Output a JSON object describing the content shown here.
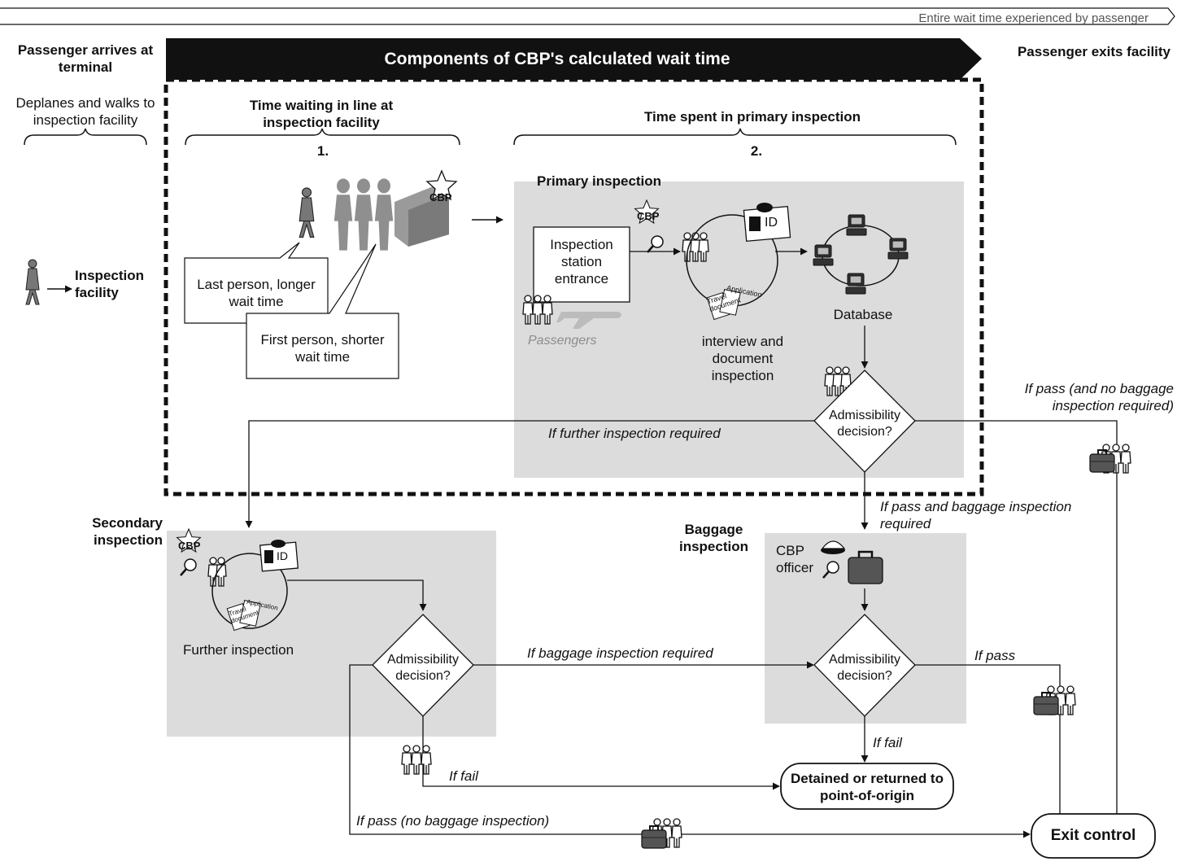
{
  "top_bar": {
    "label": "Entire wait time experienced by passenger"
  },
  "header": {
    "components_banner": "Components of CBP's calculated wait time"
  },
  "arrival": {
    "title": "Passenger arrives at terminal",
    "subtitle": "Deplanes and walks to inspection facility",
    "facility_label": "Inspection facility"
  },
  "exit_header": {
    "title": "Passenger exits facility"
  },
  "waiting": {
    "title": "Time waiting in line at inspection facility",
    "number": "1.",
    "last_callout": "Last person, longer wait time",
    "first_callout": "First person, shorter wait time",
    "cbp_badge": "CBP"
  },
  "primary": {
    "section_title": "Time spent in primary inspection",
    "number": "2.",
    "panel_title": "Primary inspection",
    "station_label": "Inspection station entrance",
    "passengers_label": "Passengers",
    "interview_label": "interview and document inspection",
    "database_label": "Database",
    "decision_label": "Admissibility decision?",
    "id_card": "ID",
    "cbp_badge": "CBP",
    "doc_label": "Travel document",
    "doc_label_2": "Application"
  },
  "flows": {
    "further_required": "If further inspection required",
    "pass_no_baggage": "If pass (and no baggage inspection required)",
    "pass_and_baggage": "If pass and baggage inspection required",
    "baggage_required": "If baggage inspection required",
    "if_pass": "If pass",
    "if_fail_secondary": "If fail",
    "if_fail_baggage": "If fail",
    "pass_no_baggage_secondary": "If pass (no baggage inspection)"
  },
  "secondary": {
    "title": "Secondary inspection",
    "further_label": "Further inspection",
    "decision_label": "Admissibility decision?",
    "id_card": "ID",
    "cbp_badge": "CBP",
    "doc_label": "Travel document",
    "doc_label_2": "Application"
  },
  "baggage": {
    "title": "Baggage inspection",
    "officer_label": "CBP officer",
    "decision_label": "Admissibility decision?"
  },
  "outcomes": {
    "detained": "Detained or returned to point-of-origin",
    "exit_control": "Exit control"
  },
  "icons": [
    "person-walking-icon",
    "line-of-people-icon",
    "cbp-badge-icon",
    "group-of-people-icon",
    "airplane-icon",
    "magnifier-icon",
    "id-card-icon",
    "travel-document-icon",
    "computer-icon",
    "briefcase-icon",
    "officer-cap-icon"
  ],
  "colors": {
    "panel_gray": "#dcdcdc",
    "banner_black": "#111111",
    "silhouette_gray": "#9a9a9a"
  }
}
